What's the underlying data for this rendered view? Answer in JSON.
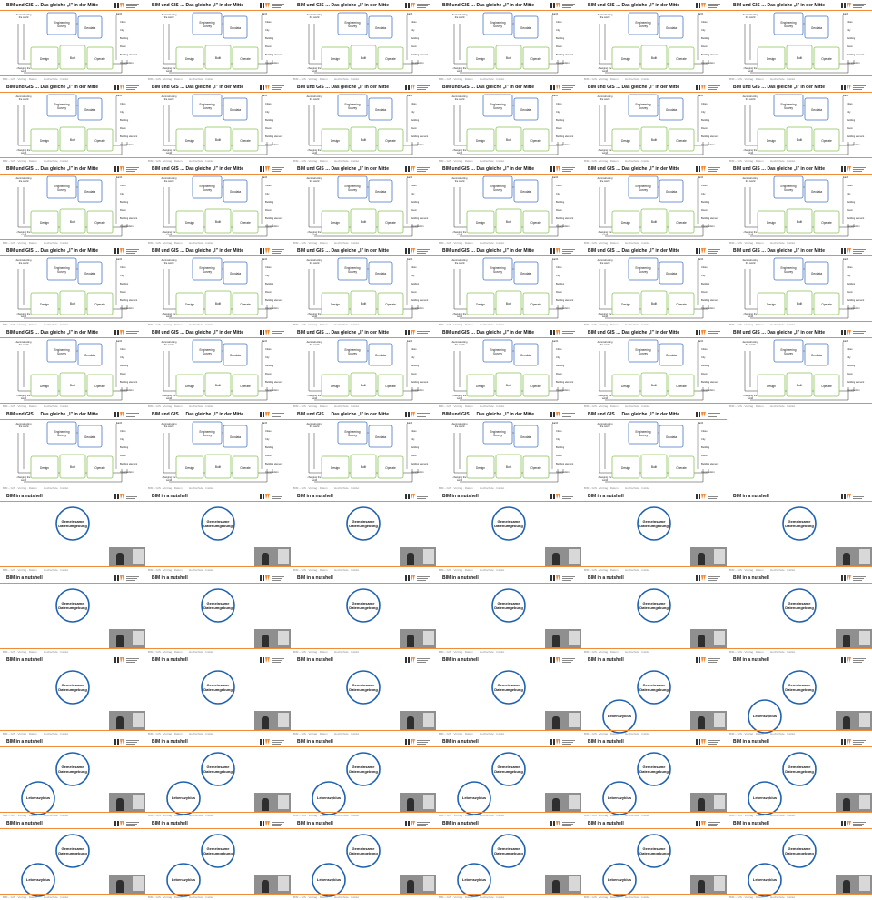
{
  "slides_A": {
    "title": "BIM und GIS … Das gleiche „I\" in der Mitte",
    "footer_left": "BIM – GIS · Vortrag · Datum",
    "footer_mid": "Hochschule · Institut",
    "labels": {
      "deconstructing": "deconstructing the world",
      "changing": "changing the world",
      "engineering": "Engineering Survey",
      "geodata": "Geodata",
      "design": "Design",
      "built": "Built",
      "operate": "Operate",
      "scales": [
        "Earth",
        "Cities",
        "City",
        "Building",
        "Room",
        "Building element",
        "Construction"
      ]
    }
  },
  "slides_B": {
    "title": "BIM in a nutshell",
    "footer_left": "BIM – GIS · Vortrag · Datum",
    "footer_mid": "Hochschule · Institut",
    "circle1": "Gemeinsame Datenumgebung",
    "circle2": "Lebenszyklus"
  },
  "colors": {
    "accent": "#f08c3a",
    "blue": "#4a76c8",
    "green": "#8cc45a",
    "circle": "#1f62b0"
  }
}
